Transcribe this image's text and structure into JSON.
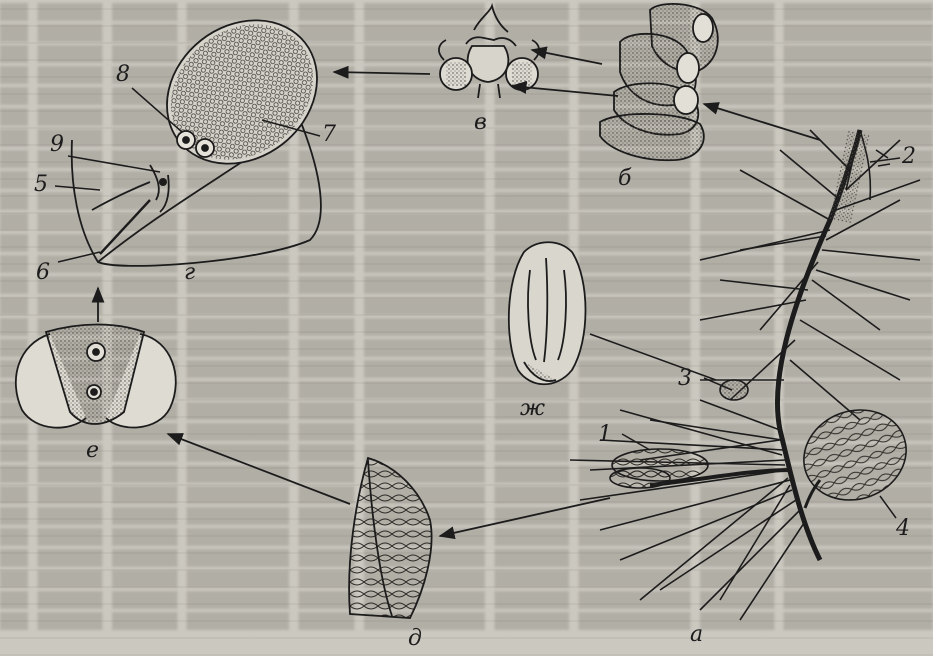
{
  "panel_labels": {
    "a": "а",
    "b": "б",
    "v": "в",
    "g": "г",
    "d": "д",
    "e": "е",
    "zh": "ж"
  },
  "part_numbers": {
    "n1": "1",
    "n2": "2",
    "n3": "3",
    "n4": "4",
    "n5": "5",
    "n6": "6",
    "n7": "7",
    "n8": "8",
    "n9": "9"
  },
  "colors": {
    "ink": "#1c1c1c",
    "paper": "#cbc8c0",
    "stipple": "#7d7970"
  }
}
